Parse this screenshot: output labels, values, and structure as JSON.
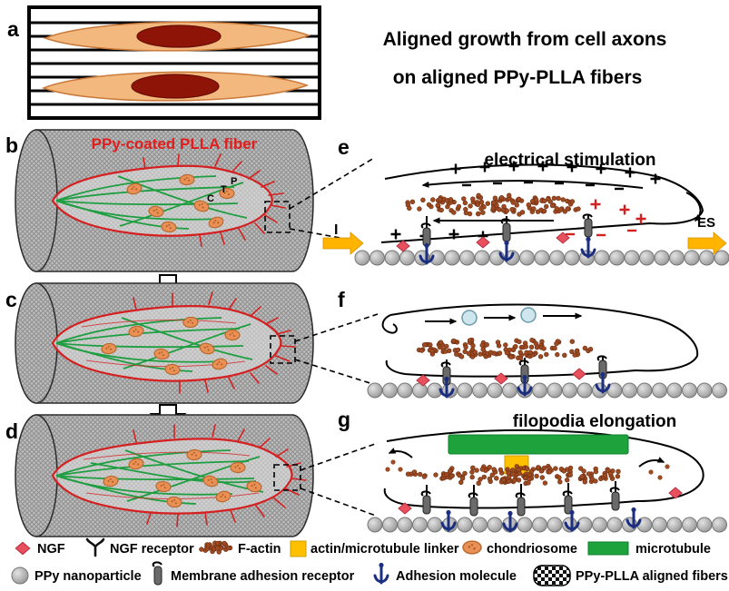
{
  "figure": {
    "title_line1": "Aligned growth from cell axons",
    "title_line2": "on aligned PPy-PLLA fibers"
  },
  "panels": {
    "a": "a",
    "b": "b",
    "c": "c",
    "d": "d",
    "e": "e",
    "f": "f",
    "g": "g"
  },
  "labels": {
    "fiber_caption": "PPy-coated PLLA fiber",
    "e_title": "electrical stimulation",
    "g_title": "filopodia elongation",
    "es": "ES",
    "current": "I",
    "cone_c": "C",
    "cone_t": "T",
    "cone_p": "P"
  },
  "legend": {
    "items": [
      {
        "name": "NGF"
      },
      {
        "name": "NGF receptor"
      },
      {
        "name": "F-actin"
      },
      {
        "name": "actin/microtubule linker"
      },
      {
        "name": "chondriosome"
      },
      {
        "name": "microtubule"
      },
      {
        "name": "PPy nanoparticle"
      },
      {
        "name": "Membrane adhesion receptor"
      },
      {
        "name": "Adhesion molecule"
      },
      {
        "name": "PPy-PLLA aligned fibers"
      }
    ]
  },
  "colors": {
    "accent_red": "#d42020",
    "ngf_red": "#e8505e",
    "microtubule_green": "#1ea23c",
    "linker_yellow": "#ffc000",
    "adhesion_blue": "#1c2e80",
    "chondriosome_orange": "#e89055",
    "filament_green": "#1e9e40",
    "current_yellow": "#ffb400",
    "fiber_gray": "#bdbdbd"
  }
}
